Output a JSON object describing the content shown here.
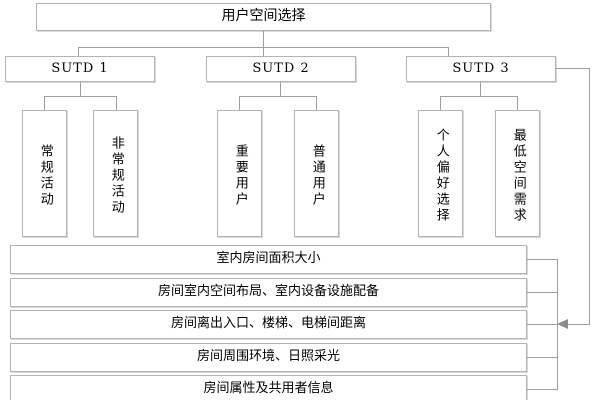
{
  "diagram": {
    "title_box": {
      "label": "用户空间选择"
    },
    "level2": [
      {
        "label": "SUTD 1"
      },
      {
        "label": "SUTD 2"
      },
      {
        "label": "SUTD 3"
      }
    ],
    "level3": [
      {
        "label": "常规活动",
        "parent": "SUTD 1"
      },
      {
        "label": "非常规活动",
        "parent": "SUTD 1"
      },
      {
        "label": "重要用户",
        "parent": "SUTD 2"
      },
      {
        "label": "普通用户",
        "parent": "SUTD 2"
      },
      {
        "label": "个人偏好选择",
        "parent": "SUTD 3"
      },
      {
        "label": "最低空间需求",
        "parent": "SUTD 3"
      }
    ],
    "criteria": [
      {
        "label": "室内房间面积大小"
      },
      {
        "label": "房间室内空间布局、室内设备设施配备"
      },
      {
        "label": "房间离出入口、楼梯、电梯间距离"
      },
      {
        "label": "房间周围环境、日照采光"
      },
      {
        "label": "房间属性及共用者信息"
      }
    ],
    "colors": {
      "box_border": "#b3b3b3",
      "connector": "#9e9e9e",
      "arrow": "#8c8c8c",
      "background": "#ffffff",
      "text": "#000000"
    }
  }
}
